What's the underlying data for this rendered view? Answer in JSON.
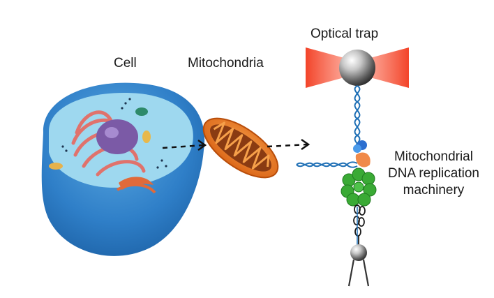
{
  "labels": {
    "cell": "Cell",
    "mitochondria": "Mitochondria",
    "optical_trap": "Optical trap",
    "machinery": [
      "Mitochondrial",
      "DNA replication",
      "machinery"
    ]
  },
  "colors": {
    "cell_outer": "#2f7fc8",
    "cytoplasm": "#9ed8ef",
    "nucleus": "#7b5aa6",
    "er": "#e0726c",
    "mitochondrion": "#e8761c",
    "laser": "#f23a1e",
    "dna": "#1e6fb5",
    "protein_green": "#3aaa35",
    "bead": "#8a8a8a"
  }
}
